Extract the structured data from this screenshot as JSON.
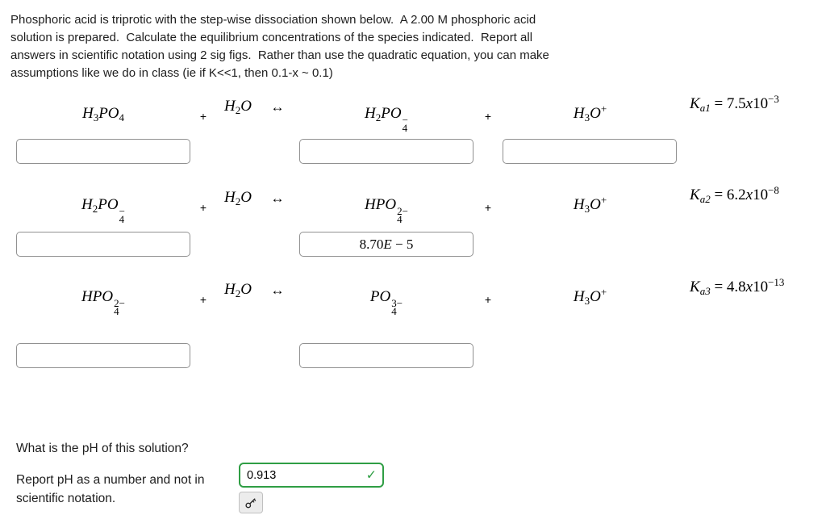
{
  "intro": {
    "lines": [
      "Phosphoric acid is triprotic with the step-wise dissociation shown below.  A 2.00 M phosphoric acid",
      "solution is prepared.  Calculate the equilibrium concentrations of the species indicated.  Report all",
      "answers in scientific notation using 2 sig figs.  Rather than use the quadratic equation, you can make",
      "assumptions like we do in class (ie if K<<1, then 0.1-x ~ 0.1)"
    ]
  },
  "symbols": {
    "plus": "+",
    "arrow": "↔"
  },
  "reactions": [
    {
      "species1": [
        {
          "txt": "H",
          "it": true
        },
        {
          "sub": "3"
        },
        {
          "txt": "PO",
          "it": true
        },
        {
          "sub": "4"
        }
      ],
      "water": [
        {
          "txt": "H",
          "it": true
        },
        {
          "sub": "2"
        },
        {
          "txt": "O",
          "it": true
        }
      ],
      "species2": [
        {
          "txt": "H",
          "it": true
        },
        {
          "sub": "2"
        },
        {
          "txt": "PO",
          "it": true
        },
        {
          "sub": "4",
          "sup": "−"
        }
      ],
      "species3": [
        {
          "txt": "H",
          "it": true
        },
        {
          "sub": "3"
        },
        {
          "txt": "O",
          "it": true
        },
        {
          "sup": "+"
        }
      ],
      "ka": [
        {
          "txt": "K",
          "it": true
        },
        {
          "sub": "a1"
        },
        {
          "txt": " = ",
          "it": false
        },
        {
          "txt": "7.5",
          "it": false
        },
        {
          "txt": "x",
          "it": true
        },
        {
          "txt": "10",
          "it": false
        },
        {
          "sup": "−3"
        }
      ],
      "inputs": {
        "reactant_value": "",
        "product_value": "",
        "hydronium_value": ""
      }
    },
    {
      "species1": [
        {
          "txt": "H",
          "it": true
        },
        {
          "sub": "2"
        },
        {
          "txt": "PO",
          "it": true
        },
        {
          "sub": "4",
          "sup": "−"
        }
      ],
      "water": [
        {
          "txt": "H",
          "it": true
        },
        {
          "sub": "2"
        },
        {
          "txt": "O",
          "it": true
        }
      ],
      "species2": [
        {
          "txt": "HPO",
          "it": true
        },
        {
          "sub": "4",
          "sup": "2−"
        }
      ],
      "species3": [
        {
          "txt": "H",
          "it": true
        },
        {
          "sub": "3"
        },
        {
          "txt": "O",
          "it": true
        },
        {
          "sup": "+"
        }
      ],
      "ka": [
        {
          "txt": "K",
          "it": true
        },
        {
          "sub": "a2"
        },
        {
          "txt": " = ",
          "it": false
        },
        {
          "txt": "6.2",
          "it": false
        },
        {
          "txt": "x",
          "it": true
        },
        {
          "txt": "10",
          "it": false
        },
        {
          "sup": "−8"
        }
      ],
      "inputs": {
        "reactant_value": "",
        "product_value_math": [
          {
            "txt": "8.70",
            "it": false
          },
          {
            "txt": "E",
            "it": true
          },
          {
            "txt": " − 5",
            "it": false
          }
        ]
      }
    },
    {
      "species1": [
        {
          "txt": "HPO",
          "it": true
        },
        {
          "sub": "4",
          "sup": "2−"
        }
      ],
      "water": [
        {
          "txt": "H",
          "it": true
        },
        {
          "sub": "2"
        },
        {
          "txt": "O",
          "it": true
        }
      ],
      "species2": [
        {
          "txt": "PO",
          "it": true
        },
        {
          "sub": "4",
          "sup": "3−"
        }
      ],
      "species3": [
        {
          "txt": "H",
          "it": true
        },
        {
          "sub": "3"
        },
        {
          "txt": "O",
          "it": true
        },
        {
          "sup": "+"
        }
      ],
      "ka": [
        {
          "txt": "K",
          "it": true
        },
        {
          "sub": "a3"
        },
        {
          "txt": " = ",
          "it": false
        },
        {
          "txt": "4.8",
          "it": false
        },
        {
          "txt": "x",
          "it": true
        },
        {
          "txt": "10",
          "it": false
        },
        {
          "sup": "−13"
        }
      ],
      "inputs": {
        "reactant_value": "",
        "product_value": ""
      }
    }
  ],
  "ph_section": {
    "question": "What is the pH of this solution?",
    "instruction_lines": [
      "Report pH as a number and not in",
      "scientific notation."
    ],
    "answer_value": "0.913",
    "check_icon": "✓",
    "colors": {
      "correct_green": "#2f9e44",
      "box_border": "#919191"
    }
  }
}
